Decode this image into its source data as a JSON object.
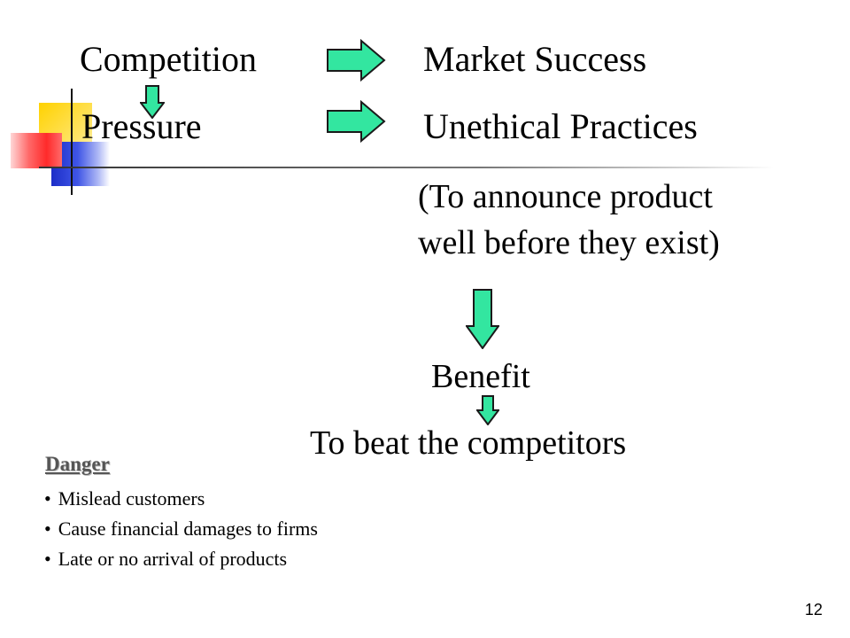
{
  "diagram": {
    "competition": "Competition",
    "market_success": "Market Success",
    "pressure": "Pressure",
    "unethical_practices": "Unethical Practices",
    "example_line1": "(To announce product",
    "example_line2": "well before they exist)",
    "benefit": "Benefit",
    "beat_competitors": "To beat the competitors"
  },
  "danger": {
    "title": "Danger",
    "items": [
      "Mislead customers",
      "Cause financial damages to firms",
      "Late or no arrival of products"
    ]
  },
  "page_number": "12",
  "colors": {
    "arrow_fill": "#33e6a0",
    "arrow_stroke": "#1a1a1a",
    "accent_yellow": "#ffd200",
    "accent_red": "#ff2a2a",
    "accent_blue": "#1c2ec8"
  }
}
